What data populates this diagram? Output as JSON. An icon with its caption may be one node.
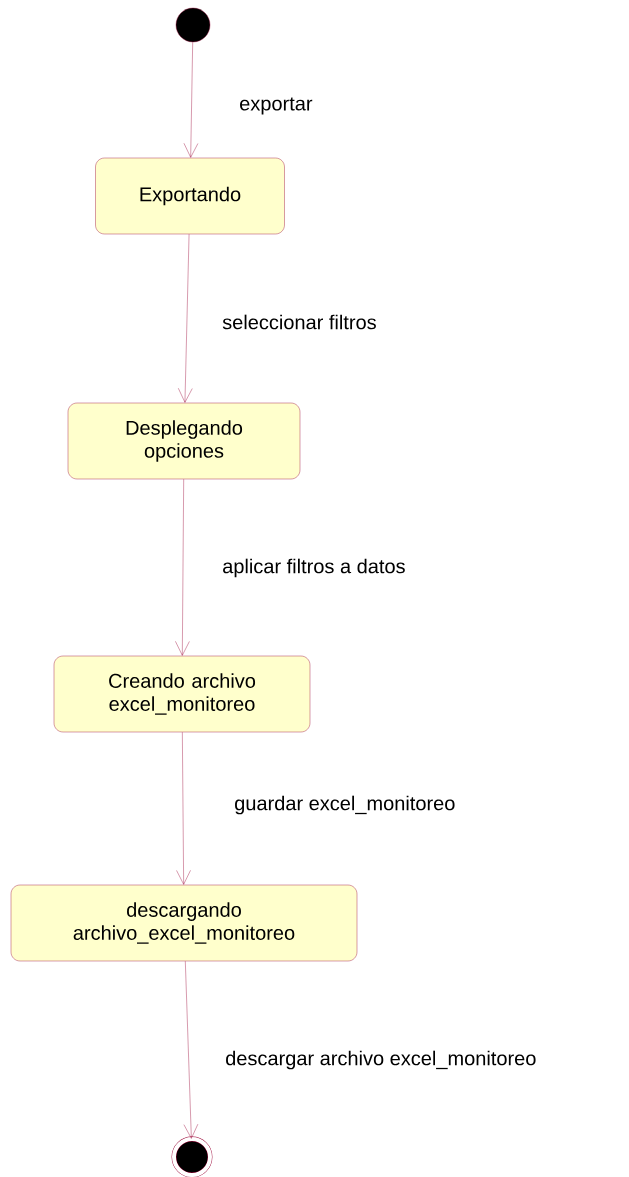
{
  "diagram": {
    "nodes": [
      {
        "text": [],
        "shape": "circle"
      },
      {
        "text": [
          "Exportando"
        ]
      },
      {
        "text": [
          "Desplegando opciones"
        ]
      },
      {
        "text": [
          "Creando archivo excel_monitoreo"
        ]
      },
      {
        "text": [
          "descargando archivo_excel_monitoreo"
        ]
      },
      {
        "text": [],
        "shape": "circle"
      }
    ],
    "edges": [
      {
        "from": 0,
        "to": 1,
        "arrow": "to",
        "label": "exportar"
      },
      {
        "from": 1,
        "to": 2,
        "arrow": "to",
        "label": "seleccionar filtros"
      },
      {
        "from": 2,
        "to": 3,
        "arrow": "to",
        "label": "aplicar filtros a datos"
      },
      {
        "from": 3,
        "to": 4,
        "arrow": "to",
        "label": "guardar excel_monitoreo"
      },
      {
        "from": 4,
        "to": 5,
        "arrow": "to",
        "label": "descargar archivo excel_monitoreo"
      }
    ]
  }
}
